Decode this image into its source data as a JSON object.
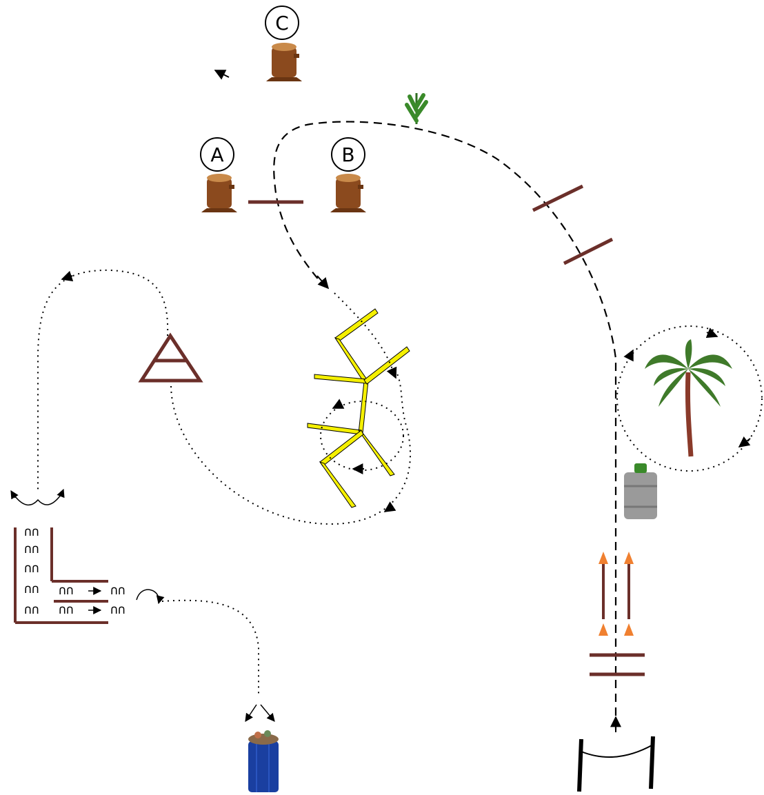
{
  "stations": [
    {
      "id": "A",
      "label": "A",
      "icon": "tree-stump-icon"
    },
    {
      "id": "B",
      "label": "B",
      "icon": "tree-stump-icon"
    },
    {
      "id": "C",
      "label": "C",
      "icon": "tree-stump-icon"
    }
  ],
  "obstacles": [
    {
      "name": "brown-bar-jump"
    },
    {
      "name": "brown-triangle-a-frame"
    },
    {
      "name": "yellow-zigzag-ladder"
    },
    {
      "name": "weave-poles-l-shape"
    },
    {
      "name": "palm-tree"
    },
    {
      "name": "small-fern-plant"
    },
    {
      "name": "grey-barrel"
    },
    {
      "name": "blue-barrel"
    },
    {
      "name": "orange-cone-lanes"
    },
    {
      "name": "double-bar-jump"
    },
    {
      "name": "start-gate"
    }
  ],
  "colors": {
    "brown": "#6b2f2a",
    "yellow": "#f5f000",
    "stump": "#8b4a1e",
    "orange": "#f08030",
    "blue": "#1a3fa0",
    "grey": "#9a9a9a",
    "green": "#3a8a2a"
  }
}
